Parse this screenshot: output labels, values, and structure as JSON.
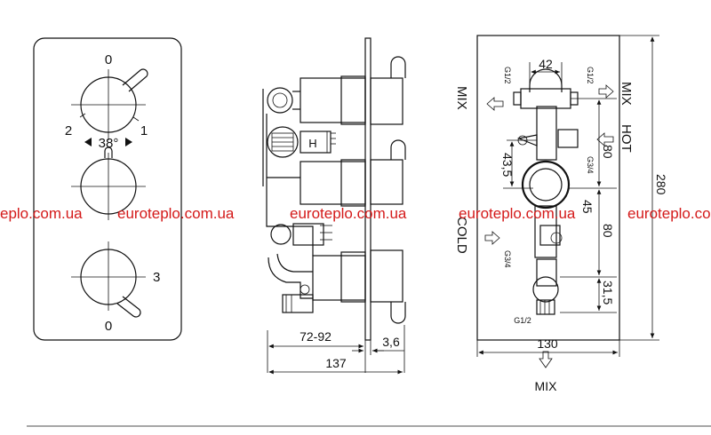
{
  "front_view": {
    "handle_top": {
      "pos_0": "0",
      "pos_1": "1",
      "pos_2": "2",
      "angle": "38°"
    },
    "handle_bottom": {
      "pos_0": "0",
      "pos_3": "3"
    }
  },
  "side_view": {
    "depth_range": "72-92",
    "plate_thickness": "3,6",
    "total_depth": "137",
    "hot_mark": "H"
  },
  "rear_view": {
    "width_top": "42",
    "thread_g12_left": "G1/2",
    "thread_g12_right": "G1/2",
    "thread_g34_mid": "G3/4",
    "thread_g34_low": "G3/4",
    "thread_g12_bottom": "G1/2",
    "dim_43_5": "43,5",
    "dim_45": "45",
    "dim_80_upper": "80",
    "dim_80_lower": "80",
    "dim_31_5": "31,5",
    "height": "280",
    "width": "130",
    "label_mix_left": "MIX",
    "label_mix_right": "MIX",
    "label_hot": "HOT",
    "label_cold": "COLD",
    "label_mix_bottom": "MIX"
  },
  "watermarks": [
    "eplo.com.ua",
    "euroteplo.com.ua",
    "euroteplo.com.ua",
    "euroteplo.com.ua",
    "euroteplo.com.u"
  ]
}
